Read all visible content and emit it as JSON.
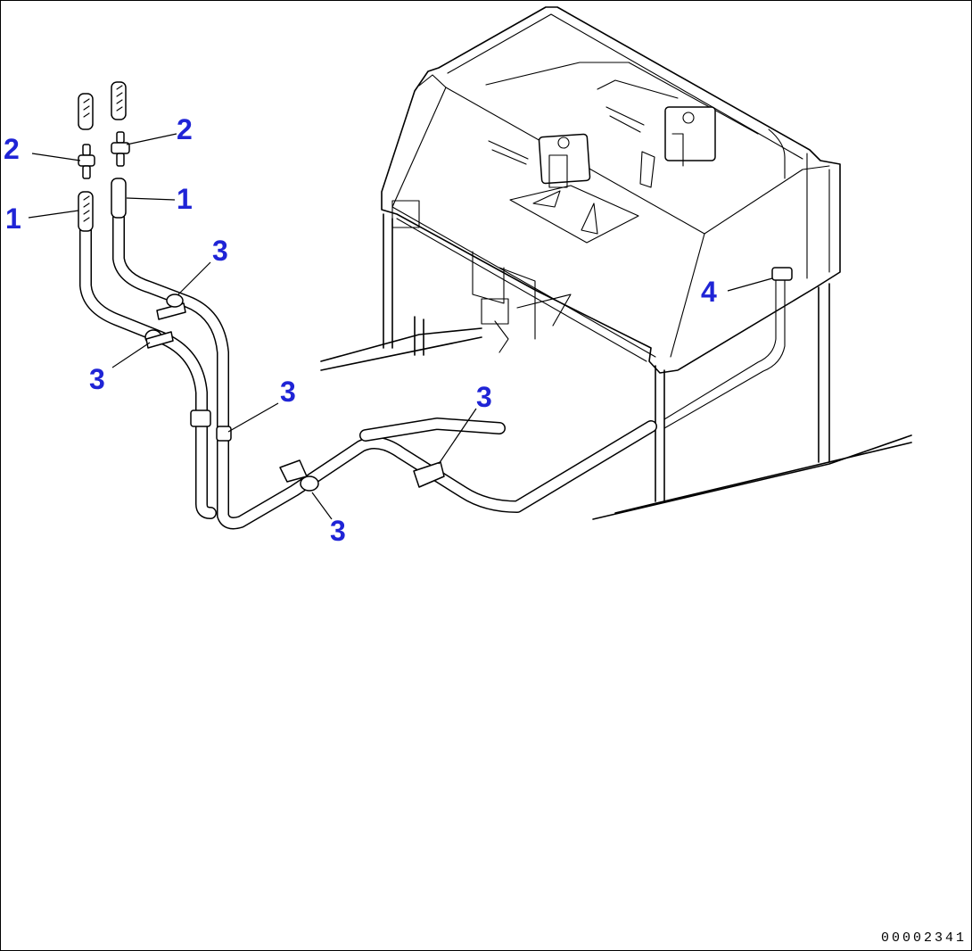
{
  "callouts": [
    {
      "label": "1"
    },
    {
      "label": "1"
    },
    {
      "label": "2"
    },
    {
      "label": "2"
    },
    {
      "label": "3"
    },
    {
      "label": "3"
    },
    {
      "label": "3"
    },
    {
      "label": "3"
    },
    {
      "label": "3"
    },
    {
      "label": "4"
    }
  ],
  "drawing_id": "00002341",
  "colors": {
    "callout": "#1f24d6",
    "line": "#000000",
    "background": "#ffffff"
  }
}
